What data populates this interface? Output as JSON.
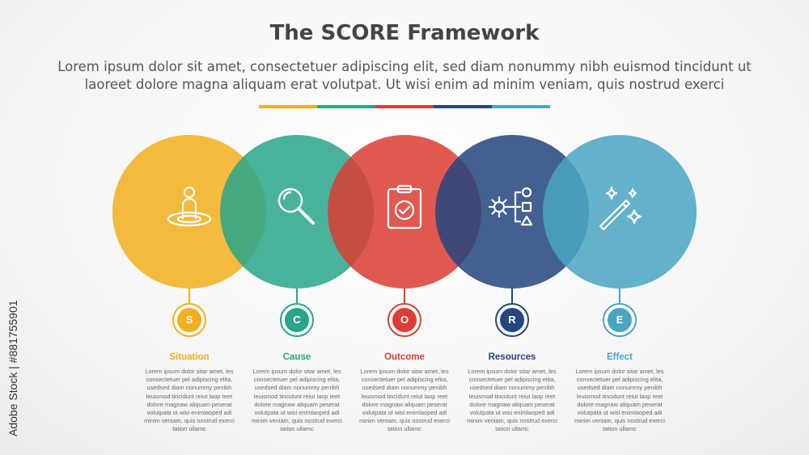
{
  "title": "The SCORE Framework",
  "subtitle": "Lorem ipsum dolor sit amet, consectetuer adipiscing elit, sed diam nonummy nibh euismod tincidunt ut laoreet dolore magna aliquam erat volutpat. Ut wisi enim ad minim veniam, quis nostrud exerci",
  "watermark": "Adobe Stock | #881755901",
  "items": [
    {
      "letter": "S",
      "label": "Situation",
      "icon": "person-on-target-icon",
      "color": "#F2B01E",
      "desc": "Lorem ipsum dolor sitar amet, les consectetuer pel adipiscing elita, usedsed diam nonummy penibh leuismod tincidunt reiut laop reet dolore magnaw aliquam peserat volutpata ut wisi enimlaoped adi minim veniam, quis nostrud exerci tation ullamc"
    },
    {
      "letter": "C",
      "label": "Cause",
      "icon": "magnifier-icon",
      "color": "#2AA58A",
      "desc": "Lorem ipsum dolor sitar amet, les consectetuer pel adipiscing elita, usedsed diam nonummy penibh leuismod tincidunt reiut laop reet dolore magnaw aliquam peserat volutpata ut wisi enimlaoped adi minim veniam, quis nostrud exerci tation ullamc"
    },
    {
      "letter": "O",
      "label": "Outcome",
      "icon": "clipboard-check-icon",
      "color": "#DB3E34",
      "desc": "Lorem ipsum dolor sitar amet, les consectetuer pel adipiscing elita, usedsed diam nonummy penibh leuismod tincidunt reiut laop reet dolore magnaw aliquam peserat volutpata ut wisi enimlaoped adi minim veniam, quis nostrud exerci tation ullamc"
    },
    {
      "letter": "R",
      "label": "Resources",
      "icon": "gear-shapes-icon",
      "color": "#25467F",
      "desc": "Lorem ipsum dolor sitar amet, les consectetuer pel adipiscing elita, usedsed diam nonummy penibh leuismod tincidunt reiut laop reet dolore magnaw aliquam peserat volutpata ut wisi enimlaoped adi minim veniam, quis nostrud exerci tation ullamc"
    },
    {
      "letter": "E",
      "label": "Effect",
      "icon": "magic-wand-icon",
      "color": "#4AA5C2",
      "desc": "Lorem ipsum dolor sitar amet, les consectetuer pel adipiscing elita, usedsed diam nonummy penibh leuismod tincidunt reiut laop reet dolore magnaw aliquam peserat volutpata ut wisi enimlaoped adi minim veniam, quis nostrud exerci tation ullamc"
    }
  ]
}
